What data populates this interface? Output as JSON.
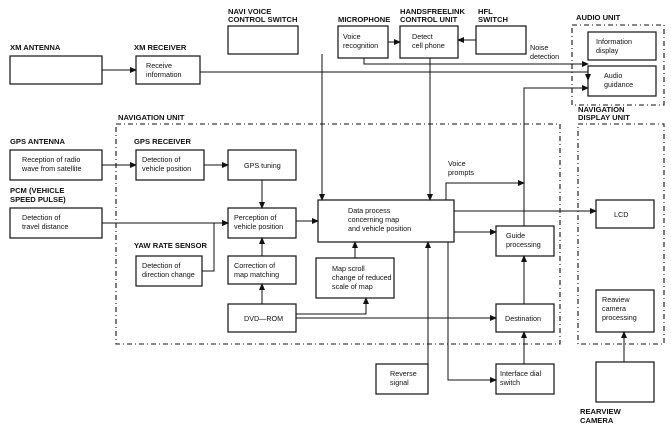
{
  "headers": {
    "xm_antenna": "XM ANTENNA",
    "xm_receiver": "XM RECEIVER",
    "navi_voice": [
      "NAVI VOICE",
      "CONTROL SWITCH"
    ],
    "microphone": "MICROPHONE",
    "handsfree": [
      "HANDSFREELINK",
      "CONTROL UNIT"
    ],
    "hfl": [
      "HFL",
      "SWITCH"
    ],
    "audio_unit": "AUDIO UNIT",
    "navigation_unit": "NAVIGATION UNIT",
    "nav_display_unit": [
      "NAVIGATION",
      "DISPLAY UNIT"
    ],
    "gps_antenna": "GPS ANTENNA",
    "gps_receiver": "GPS RECEIVER",
    "pcm": [
      "PCM (VEHICLE",
      "SPEED PULSE)"
    ],
    "yaw": "YAW RATE SENSOR",
    "rearview_camera": [
      "REARVIEW",
      "CAMERA"
    ]
  },
  "boxes": {
    "receive_info": [
      "Receive",
      "information"
    ],
    "voice_recog": [
      "Voice",
      "recognition"
    ],
    "detect_cell": [
      "Detect",
      "cell phone"
    ],
    "info_display": [
      "Information",
      "display"
    ],
    "audio_guidance": [
      "Audio",
      "guidance"
    ],
    "radio_wave": [
      "Reception of radio",
      "wave from satellite"
    ],
    "detect_position": [
      "Detection of",
      "vehicle position"
    ],
    "gps_tuning": [
      "GPS tuning"
    ],
    "travel_distance": [
      "Detection of",
      "travel distance"
    ],
    "perception": [
      "Perception of",
      "vehicle position"
    ],
    "data_process": [
      "Data process",
      "concerning map",
      "and vehicle position"
    ],
    "direction_change": [
      "Detection of",
      "direction change"
    ],
    "map_matching": [
      "Correction of",
      "map matching"
    ],
    "map_scroll": [
      "Map scroll",
      "change of reduced",
      "scale of map"
    ],
    "guide": [
      "Guide",
      "processing"
    ],
    "lcd": [
      "LCD"
    ],
    "dvd_rom": [
      "DVD—ROM"
    ],
    "destination": [
      "Destination"
    ],
    "reverse": [
      "Reverse",
      "signal"
    ],
    "interface_dial": [
      "Interface dial",
      "switch"
    ],
    "reaview": [
      "Reaview",
      "camera",
      "processing"
    ]
  },
  "annotations": {
    "noise": [
      "Noise",
      "detection"
    ],
    "voice_prompts": [
      "Voice",
      "prompts"
    ]
  }
}
